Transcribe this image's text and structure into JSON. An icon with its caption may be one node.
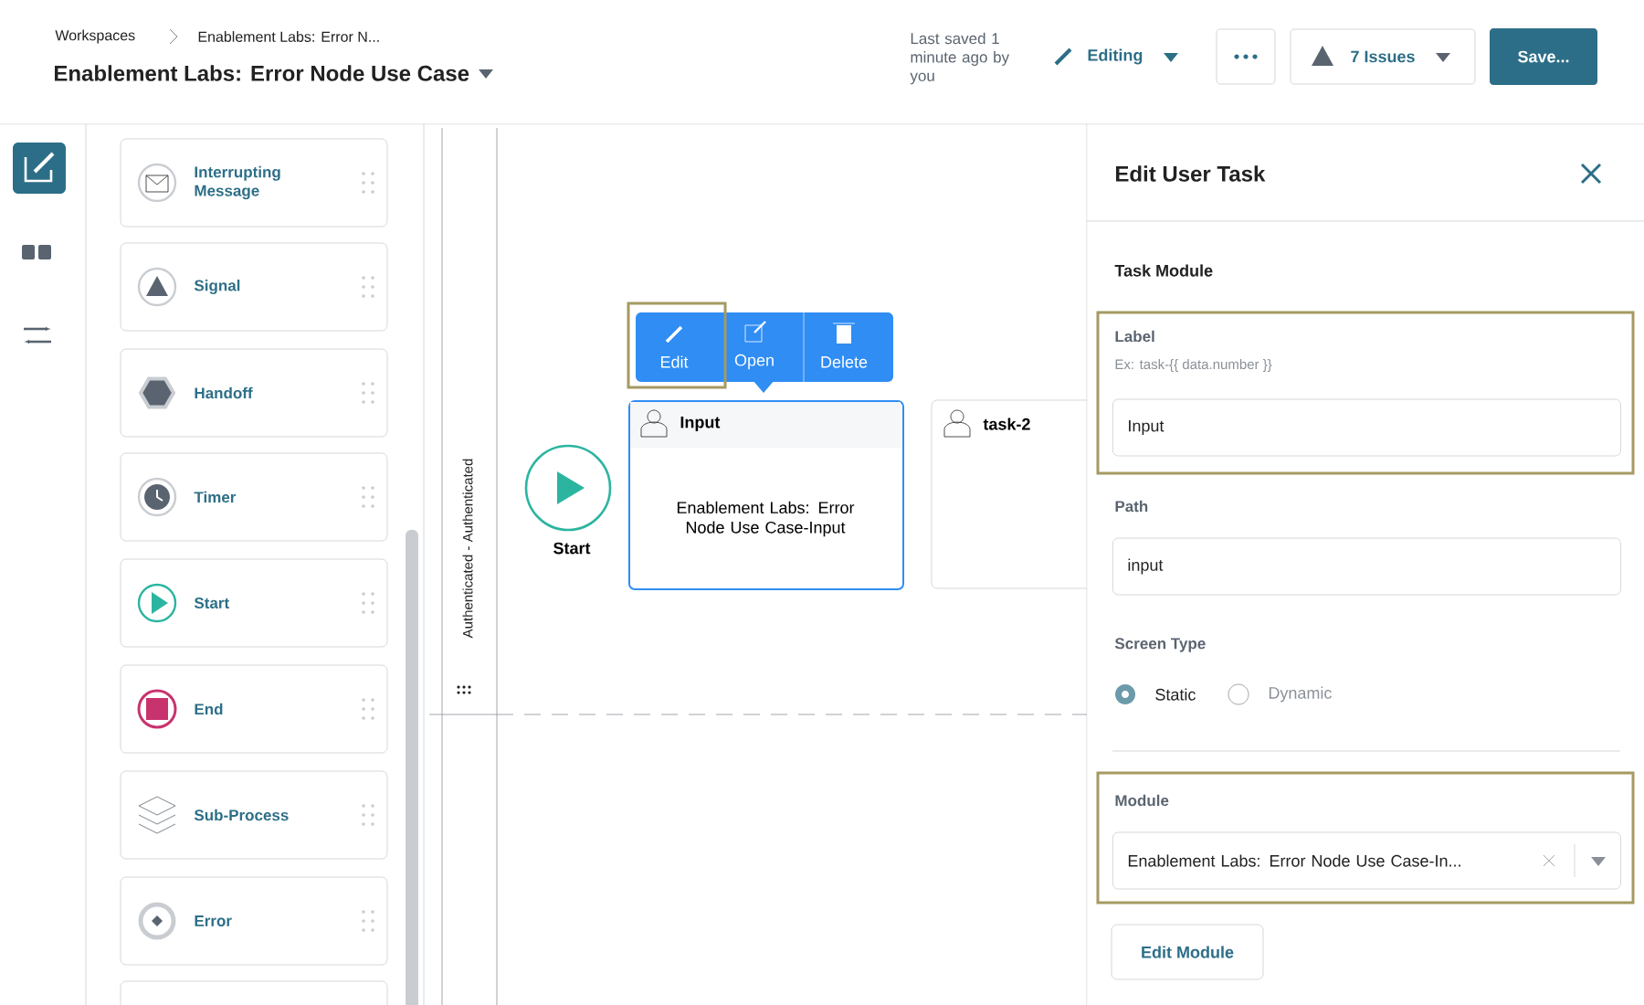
{
  "diagram": {
    "nodes": [
      {
        "text": [
          "Interrupting Message"
        ]
      },
      {
        "text": [
          "Signal"
        ]
      },
      {
        "text": [
          "Handoff"
        ]
      },
      {
        "text": [
          "Timer"
        ]
      },
      {
        "text": [
          "Start"
        ]
      },
      {
        "text": [
          "End"
        ]
      },
      {
        "text": [
          "Sub-Process"
        ]
      },
      {
        "text": [
          "Error"
        ]
      },
      {
        "text": [],
        "shape": "box"
      },
      {
        "text": [
          "Authenticated - Authenticated"
        ]
      },
      {
        "text": [
          "Start"
        ],
        "in": 9
      },
      {
        "text": [
          "Input",
          "Enablement Labs: Error Node Use Case-Input"
        ],
        "in": 9
      },
      {
        "text": [
          "task-2"
        ],
        "in": 9
      }
    ],
    "labels": [
      "Workspaces",
      "Enablement Labs: Error N...",
      "Enablement Labs: Error Node Use Case",
      "Last saved 1 minute ago by you",
      "Editing",
      "7 Issues",
      "Save...",
      "Edit",
      "Open",
      "Delete",
      "Edit User Task",
      "Task Module",
      "Label",
      "Ex: task-{{ data.number }}",
      "Input",
      "Path",
      "input",
      "Screen Type",
      "Static",
      "Dynamic",
      "Module",
      "Enablement Labs: Error Node Use Case-In...",
      "Edit Module"
    ]
  }
}
